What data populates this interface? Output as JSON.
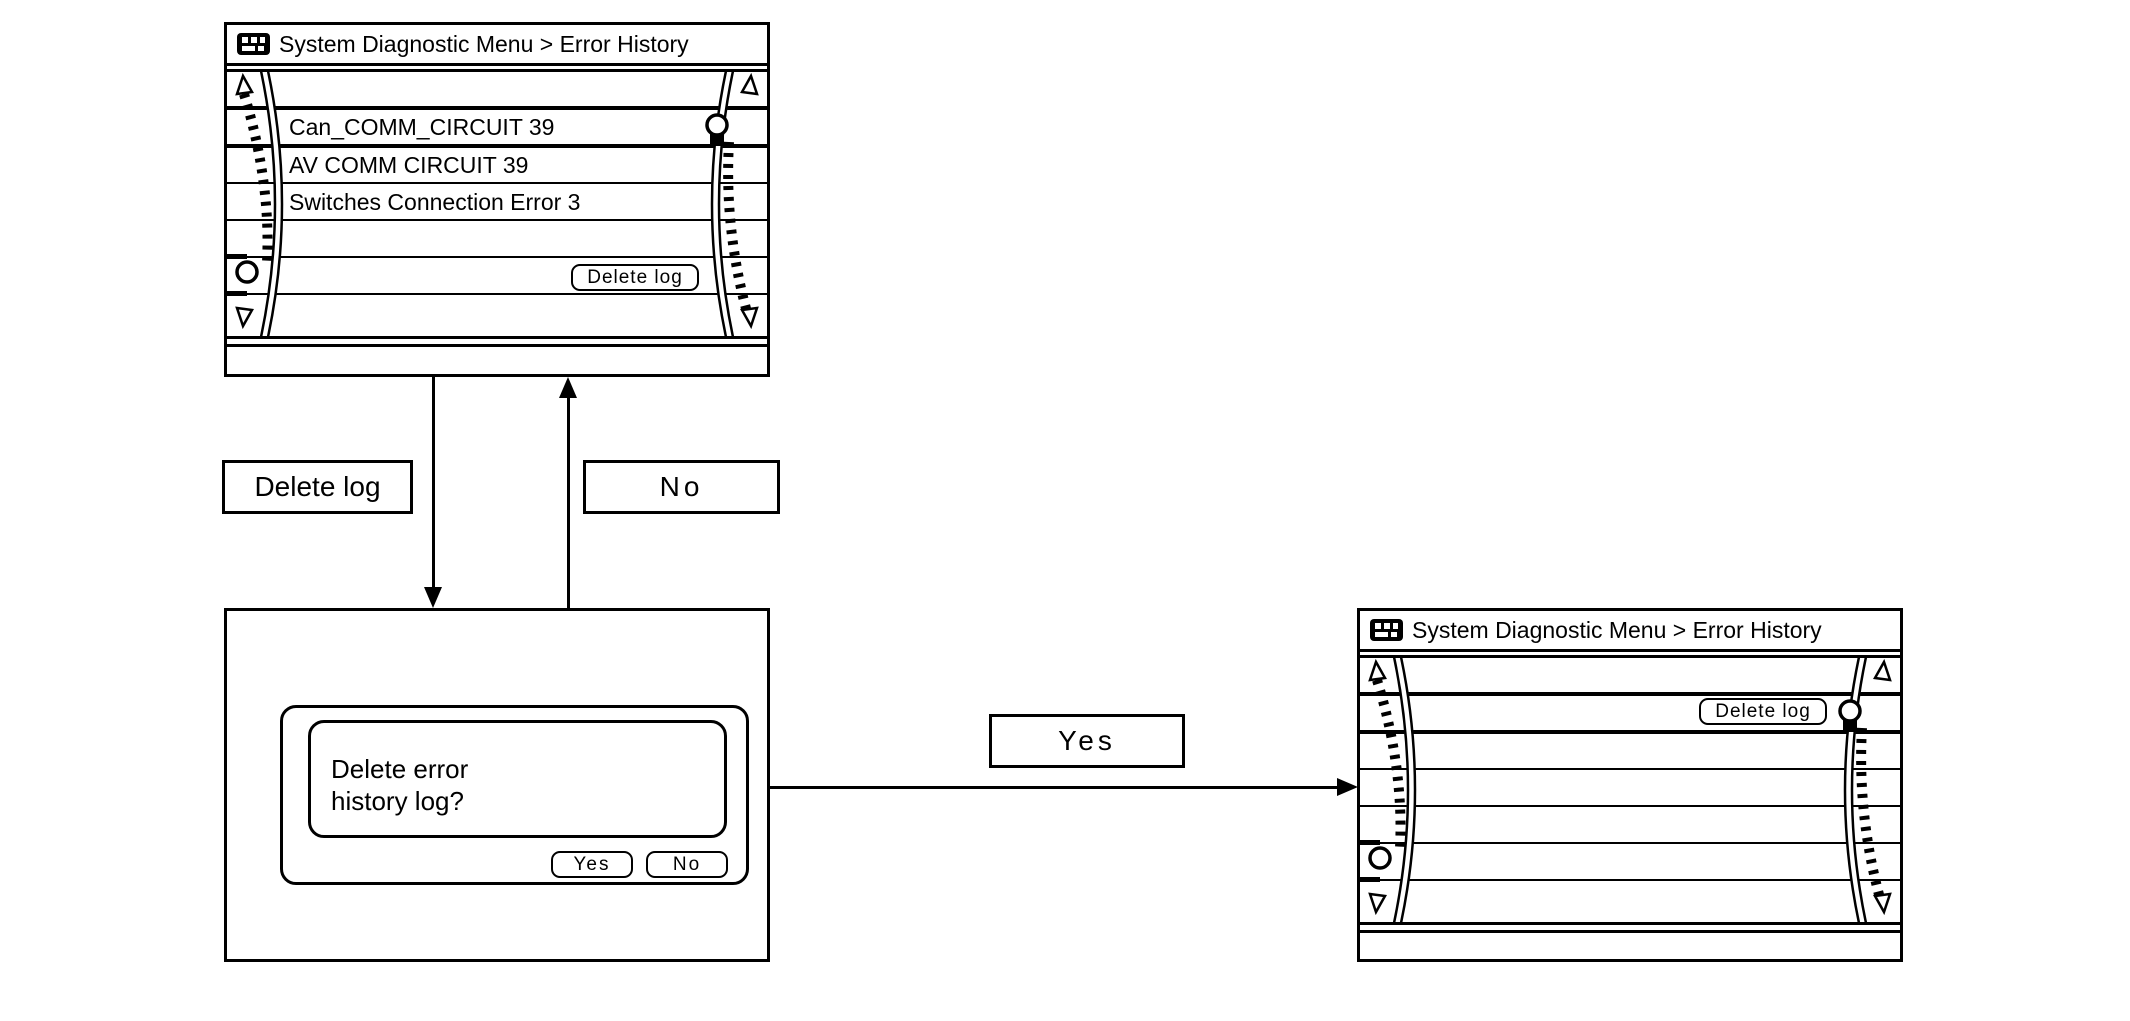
{
  "colors": {
    "line": "#000000",
    "background": "#ffffff"
  },
  "icons": {
    "title_icon": "head-unit-icon",
    "scroll_up": "triangle-up-icon",
    "scroll_down": "triangle-down-icon",
    "knob_position": "circle-indicator"
  },
  "screen_before": {
    "title": "System Diagnostic Menu > Error History",
    "items": [
      "Can_COMM_CIRCUIT 39",
      "AV COMM CIRCUIT 39",
      "Switches Connection Error 3"
    ],
    "delete_log_button": "Delete log"
  },
  "confirm_dialog": {
    "message_line1": "Delete error",
    "message_line2": "history log?",
    "yes_button": "Yes",
    "no_button": "No"
  },
  "screen_after": {
    "title": "System Diagnostic Menu > Error History",
    "delete_log_button": "Delete log"
  },
  "transitions": {
    "delete_log_label": "Delete log",
    "no_label": "No",
    "yes_label": "Yes"
  }
}
